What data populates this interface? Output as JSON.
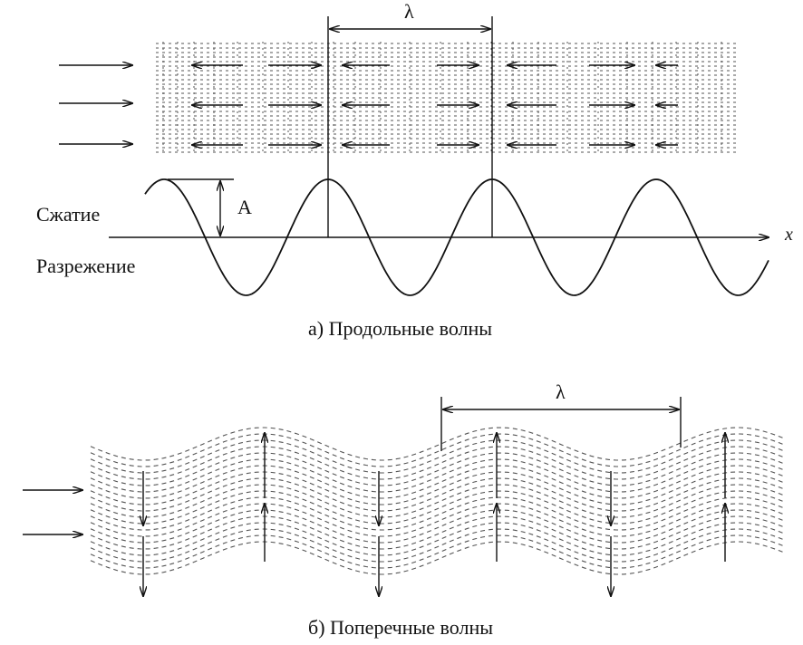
{
  "labels": {
    "compression": "Сжатие",
    "rarefaction": "Разрежение",
    "amplitude": "A",
    "wavelength": "λ",
    "axis_x": "x"
  },
  "captions": {
    "longitudinal": "а)  Продольные волны",
    "transverse": "б)  Поперечные волны"
  },
  "colors": {
    "ink": "#111111",
    "dash": "#555555",
    "background": "#ffffff"
  }
}
